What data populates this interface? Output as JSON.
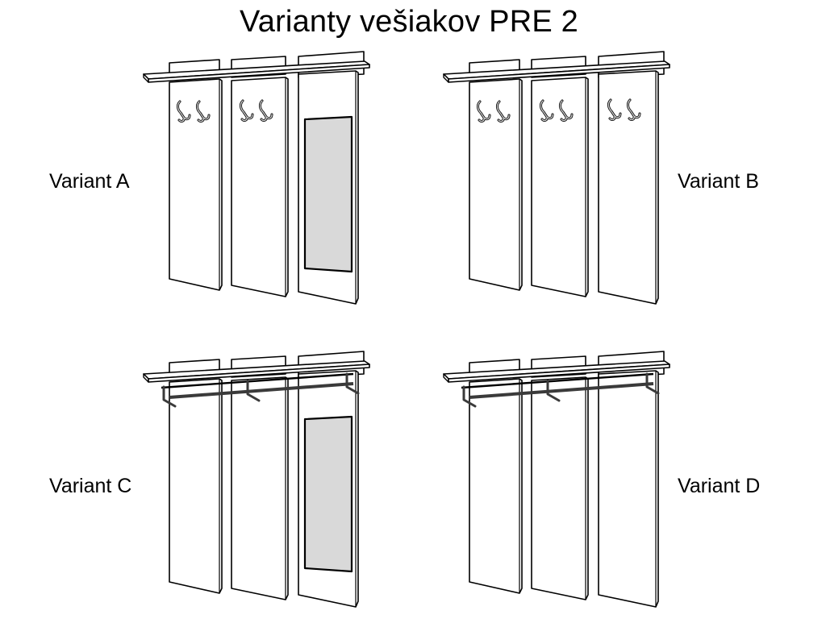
{
  "title": "Varianty vešiakov PRE 2",
  "variants": [
    {
      "id": "a",
      "label": "Variant A",
      "hooks_per_panel": [
        2,
        2,
        0
      ],
      "mirror": true,
      "rail": false
    },
    {
      "id": "b",
      "label": "Variant B",
      "hooks_per_panel": [
        2,
        2,
        2
      ],
      "mirror": false,
      "rail": false
    },
    {
      "id": "c",
      "label": "Variant C",
      "hooks_per_panel": [
        0,
        0,
        0
      ],
      "mirror": true,
      "rail": true
    },
    {
      "id": "d",
      "label": "Variant D",
      "hooks_per_panel": [
        0,
        0,
        0
      ],
      "mirror": false,
      "rail": true
    }
  ],
  "colors": {
    "line": "#000000",
    "panel": "#ffffff",
    "mirror": "#d9d9d9",
    "hook": "#cfcfcf",
    "rail": "#3a3a3a"
  }
}
